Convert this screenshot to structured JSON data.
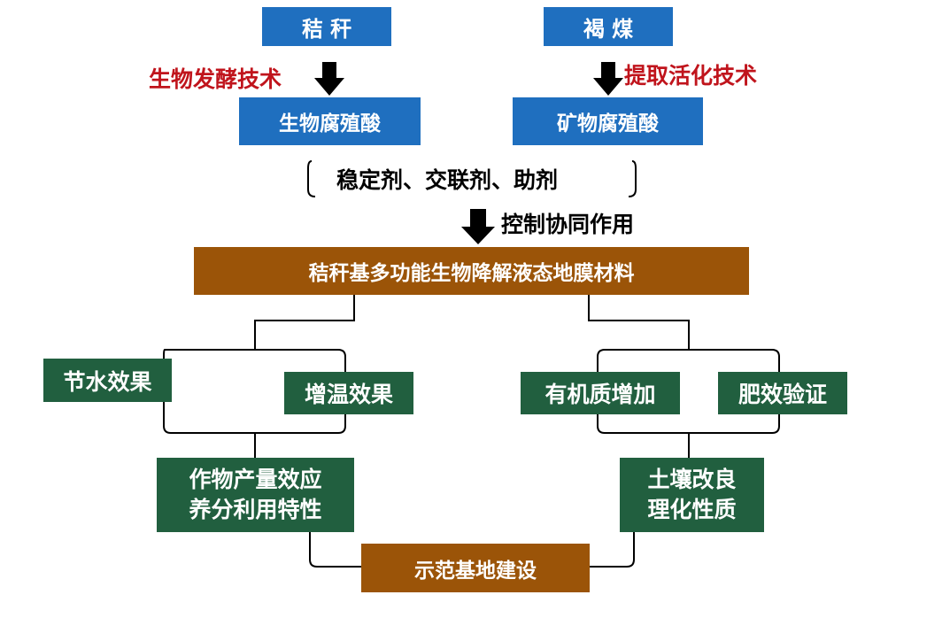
{
  "sources": {
    "straw": "秸 秆",
    "lignite": "褐 煤"
  },
  "processes": {
    "bio_fermentation": "生物发酵技术",
    "extraction_activation": "提取活化技术",
    "control_synergy": "控制协同作用"
  },
  "intermediates": {
    "bio_humic_acid": "生物腐殖酸",
    "mineral_humic_acid": "矿物腐殖酸",
    "additives": "稳定剂、交联剂、助剂"
  },
  "product": "秸秆基多功能生物降解液态地膜材料",
  "effects": {
    "water_saving": "节水效果",
    "warming": "增温效果",
    "organic_matter": "有机质增加",
    "fertilizer": "肥效验证"
  },
  "outcomes": {
    "crop_line1": "作物产量效应",
    "crop_line2": "养分利用特性",
    "soil_line1": "土壤改良",
    "soil_line2": "理化性质"
  },
  "demo": "示范基地建设",
  "colors": {
    "blue": "#1f6fbf",
    "brown": "#9b5408",
    "green": "#215f3f",
    "red_text": "#c0141c"
  }
}
